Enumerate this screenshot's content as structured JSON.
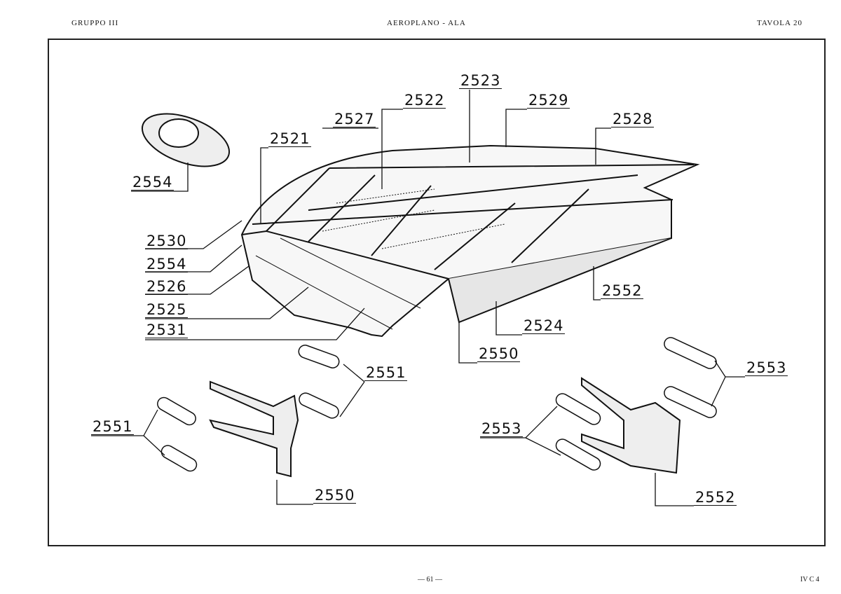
{
  "header": {
    "group": "GRUPPO III",
    "title": "AEROPLANO - ALA",
    "plate": "TAVOLA 20"
  },
  "footer": {
    "page": "— 61 —",
    "code": "IV C 4"
  },
  "callouts": [
    "2523",
    "2522",
    "2529",
    "2527",
    "2528",
    "2521",
    "2554",
    "2530",
    "2554",
    "2526",
    "2525",
    "2531",
    "2552",
    "2524",
    "2550",
    "2551",
    "2553",
    "2551",
    "2553",
    "2550",
    "2552"
  ]
}
